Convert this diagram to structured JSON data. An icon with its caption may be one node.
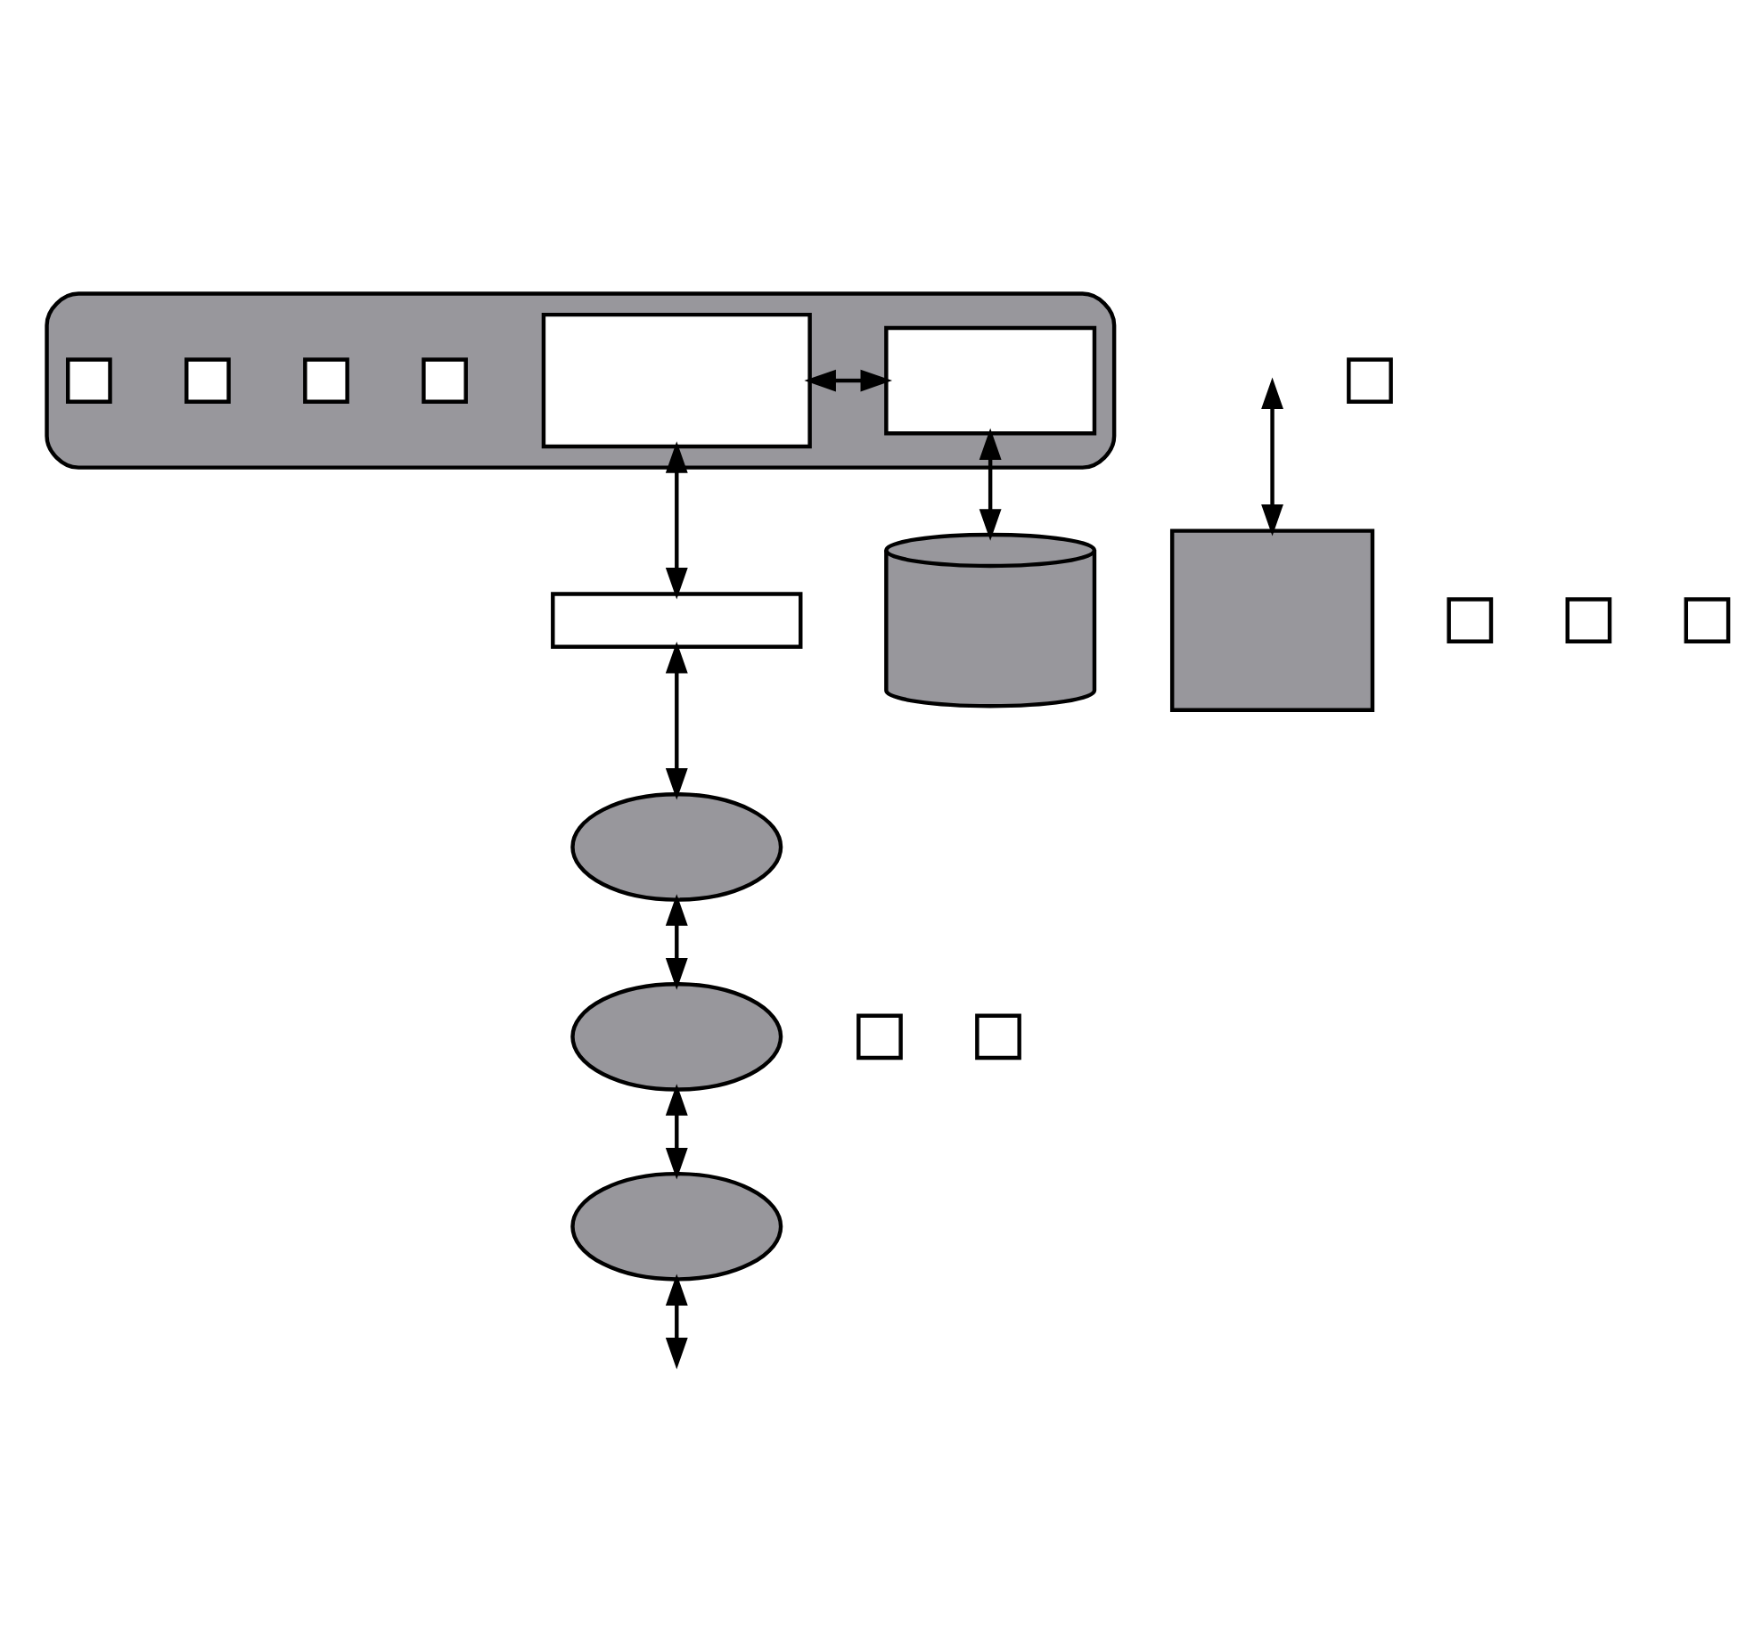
{
  "diagram": {
    "nodes": [
      {
        "text": [],
        "shape": "ellipse"
      },
      {
        "text": [],
        "shape": "box",
        "in": 0
      },
      {
        "text": [],
        "shape": "box",
        "in": 0
      },
      {
        "text": [],
        "shape": "box"
      },
      {
        "text": [],
        "shape": "cylinder"
      },
      {
        "text": [],
        "shape": "ellipse"
      },
      {
        "text": [],
        "shape": "ellipse"
      },
      {
        "text": [],
        "shape": "ellipse"
      },
      {
        "text": [],
        "shape": "box"
      },
      {
        "text": [],
        "shape": "box",
        "in": 0
      },
      {
        "text": [],
        "shape": "box",
        "in": 0
      },
      {
        "text": [],
        "shape": "box",
        "in": 0
      },
      {
        "text": [],
        "shape": "box",
        "in": 0
      },
      {
        "text": [],
        "shape": "box"
      },
      {
        "text": [],
        "shape": "box"
      },
      {
        "text": [],
        "shape": "box"
      },
      {
        "text": [],
        "shape": "box"
      },
      {
        "text": [],
        "shape": "box"
      },
      {
        "text": [],
        "shape": "box"
      }
    ],
    "edges": [
      {
        "from": 1,
        "to": 2,
        "arrow": "both"
      },
      {
        "from": 1,
        "to": 3,
        "arrow": "both"
      },
      {
        "from": 2,
        "to": 4,
        "arrow": "both"
      },
      {
        "from": 3,
        "to": 5,
        "arrow": "both"
      },
      {
        "from": 5,
        "to": 6,
        "arrow": "both"
      },
      {
        "from": 6,
        "to": 7,
        "arrow": "both"
      },
      {
        "from": 7,
        "to": null,
        "arrow": "both"
      },
      {
        "from": null,
        "to": 8,
        "arrow": "both"
      }
    ]
  }
}
